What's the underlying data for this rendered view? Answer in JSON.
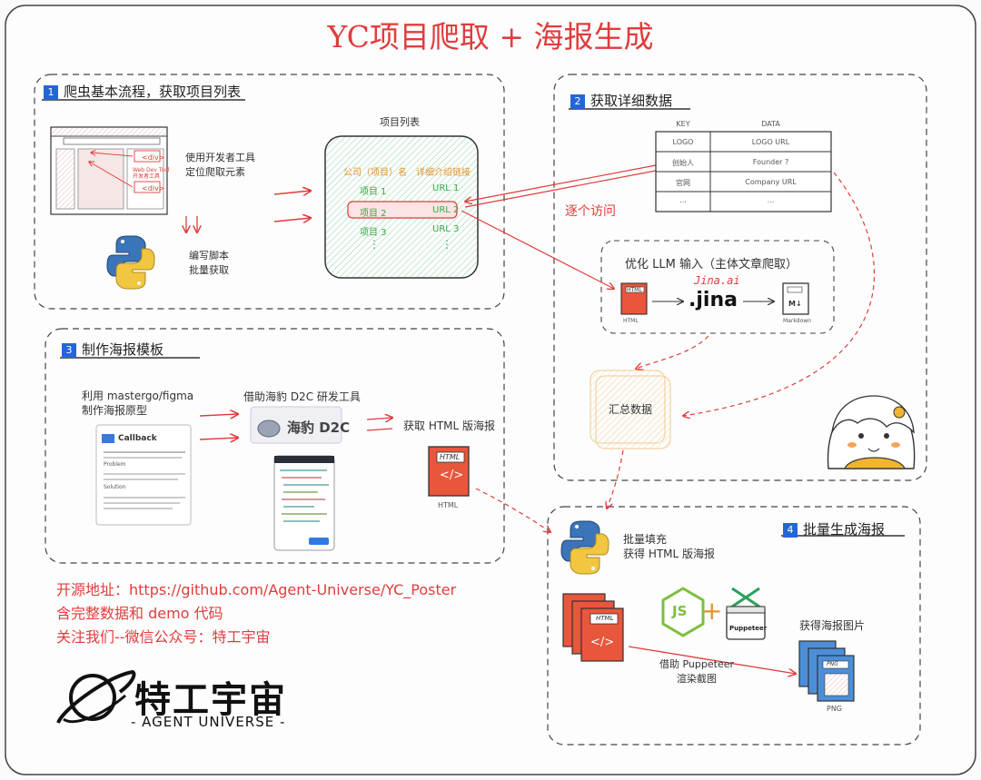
{
  "title": "YC项目爬取 + 海报生成",
  "section1": {
    "badge": "1",
    "title": "爬虫基本流程，获取项目列表",
    "devtools_note": "使用开发者工具\n定位爬取元素",
    "browser_tag1": "<div>",
    "browser_tag2": "Web Dev Tool\n开发者工具",
    "browser_tag3": "<div>",
    "script_note": "编写脚本\n批量获取",
    "list_title": "项目列表",
    "list_header_name": "公司（项目）名",
    "list_header_link": "详细介绍链接",
    "rows": [
      {
        "name": "项目 1",
        "url": "URL 1"
      },
      {
        "name": "项目 2",
        "url": "URL 2"
      },
      {
        "name": "项目 3",
        "url": "URL 3"
      }
    ],
    "more": "⋮"
  },
  "section2": {
    "badge": "2",
    "title": "获取详细数据",
    "col_key": "KEY",
    "col_data": "DATA",
    "table": [
      {
        "key": "LOGO",
        "data": "LOGO URL"
      },
      {
        "key": "创始人",
        "data": "Founder ?"
      },
      {
        "key": "官网",
        "data": "Company URL"
      },
      {
        "key": "...",
        "data": "..."
      }
    ],
    "visit_note": "逐个访问",
    "llm_title": "优化 LLM 输入（主体文章爬取）",
    "jina_label": "Jina.ai",
    "jina_logo": ".jina",
    "html_caption": "HTML",
    "md_caption": "Markdown",
    "html_file": "HTML",
    "md_file": "M↓",
    "summary": "汇总数据"
  },
  "section3": {
    "badge": "3",
    "title": "制作海报模板",
    "figma_note": "利用 mastergo/figma\n制作海报原型",
    "d2c_note": "借助海豹 D2C 研发工具",
    "d2c_logo": "海豹 D2C",
    "html_note": "获取 HTML 版海报",
    "html_file": "HTML",
    "html_caption": "HTML",
    "card_title": "Callback",
    "card_lines": [
      "Problem",
      "Solution"
    ]
  },
  "section4": {
    "badge": "4",
    "title": "批量生成海报",
    "fill_note": "批量填充\n获得 HTML 版海报",
    "puppeteer_label": "Puppeteer",
    "render_note": "借助 Puppeteer\n渲染截图",
    "png_note": "获得海报图片",
    "png_caption": "PNG",
    "png_file": "PNG",
    "html_file": "HTML",
    "js_label": "JS",
    "plus": "+"
  },
  "footer": {
    "line1": "开源地址：https://github.com/Agent-Universe/YC_Poster",
    "line2": "含完整数据和 demo 代码",
    "line3": "关注我们--微信公众号：特工宇宙"
  },
  "brand": {
    "name": "特工宇宙",
    "sub": "- AGENT UNIVERSE -"
  },
  "colors": {
    "accent_red": "#e03c3c",
    "section_blue": "#2466d6",
    "list_green": "#39a84a",
    "list_orange": "#e3932f",
    "file_red": "#e8563b",
    "python_blue": "#3b74b8",
    "python_yellow": "#f2c640",
    "node_green": "#7cbf3f",
    "png_blue": "#4c8fd8"
  }
}
